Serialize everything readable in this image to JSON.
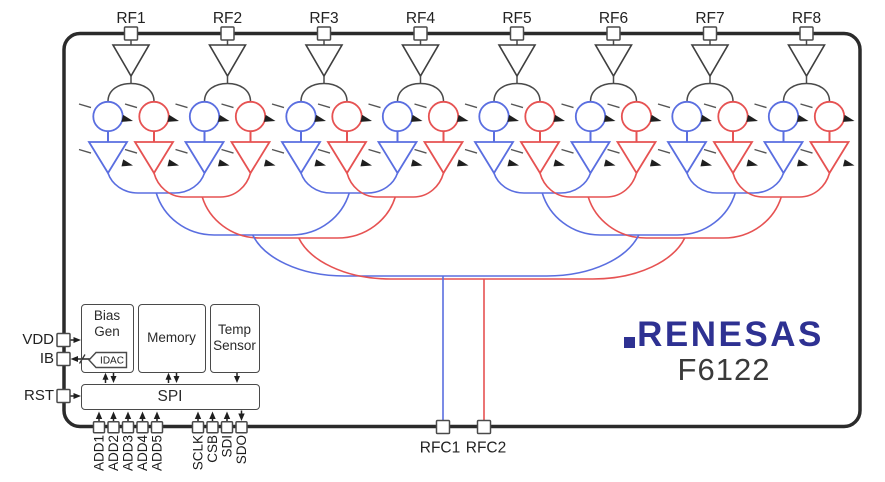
{
  "chip": {
    "brand": "RENESAS",
    "part_number": "F6122"
  },
  "rf_inputs": [
    "RF1",
    "RF2",
    "RF3",
    "RF4",
    "RF5",
    "RF6",
    "RF7",
    "RF8"
  ],
  "rf_common_outputs": [
    "RFC1",
    "RFC2"
  ],
  "left_pins": [
    "VDD",
    "IB",
    "RST"
  ],
  "bottom_pins": [
    "ADD1",
    "ADD2",
    "ADD3",
    "ADD4",
    "ADD5",
    "SCLK",
    "CSB",
    "SDI",
    "SDO"
  ],
  "blocks": {
    "bias_gen": "Bias Gen",
    "idac": "IDAC",
    "memory": "Memory",
    "temp_sensor": "Temp Sensor",
    "spi": "SPI"
  },
  "colors": {
    "beam1": "#5a6ee0",
    "beam2": "#e65252",
    "outline": "#3f3f3f",
    "logo_blue": "#2e3192"
  }
}
